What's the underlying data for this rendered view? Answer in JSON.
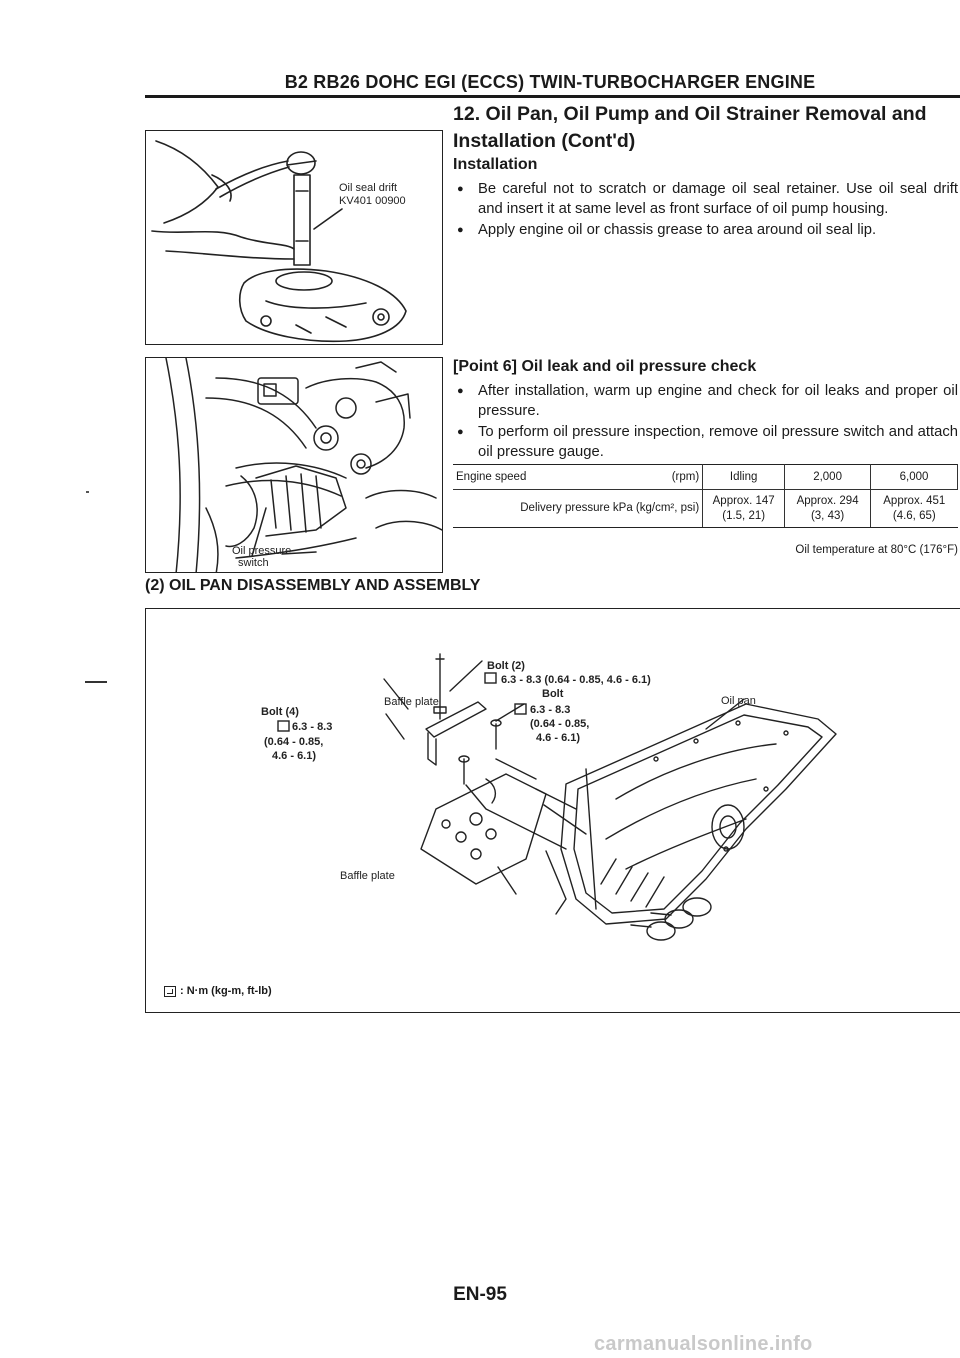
{
  "header": {
    "title": "B2 RB26 DOHC EGI (ECCS) TWIN-TURBOCHARGER ENGINE"
  },
  "section_title": "12. Oil Pan, Oil Pump and Oil Strainer Removal and Installation (Cont'd)",
  "installation": {
    "heading": "Installation",
    "bullets": [
      "Be careful not to scratch or damage oil seal retainer. Use oil seal drift and insert it at same level as front surface of oil pump housing.",
      "Apply engine oil or chassis grease to area around oil seal lip."
    ]
  },
  "figure1": {
    "label_line1": "Oil seal drift",
    "label_line2": "KV401 00900"
  },
  "figure2": {
    "label_line1": "Oil pressure",
    "label_line2": "switch"
  },
  "point6": {
    "heading": "[Point 6] Oil leak and oil pressure check",
    "bullets": [
      "After installation, warm up engine and check for oil leaks and proper oil pressure.",
      "To perform oil pressure inspection, remove oil pressure switch and attach oil pressure gauge."
    ]
  },
  "spec_table": {
    "row1_label": "Engine speed",
    "row1_unit": "(rpm)",
    "row1_values": [
      "Idling",
      "2,000",
      "6,000"
    ],
    "row2_label": "Delivery pressure kPa (kg/cm², psi)",
    "row2_values": [
      {
        "line1": "Approx. 147",
        "line2": "(1.5, 21)"
      },
      {
        "line1": "Approx. 294",
        "line2": "(3, 43)"
      },
      {
        "line1": "Approx. 451",
        "line2": "(4.6, 65)"
      }
    ],
    "note": "Oil temperature at 80°C (176°F)"
  },
  "section2_title": "(2) OIL PAN DISASSEMBLY AND ASSEMBLY",
  "figure3": {
    "bolt2": "Bolt (2)",
    "bolt2_torque": "6.3 - 8.3 (0.64 - 0.85, 4.6 - 6.1)",
    "bolt": "Bolt",
    "bolt_torque_1": "6.3 - 8.3",
    "bolt_torque_2": "(0.64 - 0.85,",
    "bolt_torque_3": "4.6 - 6.1)",
    "bolt4": "Bolt (4)",
    "bolt4_torque_1": "6.3 - 8.3",
    "bolt4_torque_2": "(0.64 - 0.85,",
    "bolt4_torque_3": "4.6 - 6.1)",
    "baffle_plate_top": "Baffle plate",
    "baffle_plate_bottom": "Baffle plate",
    "oil_pan": "Oil pan",
    "legend": ": N·m (kg-m, ft-lb)"
  },
  "page_number": "EN-95",
  "watermark": "carmanualsonline.info"
}
